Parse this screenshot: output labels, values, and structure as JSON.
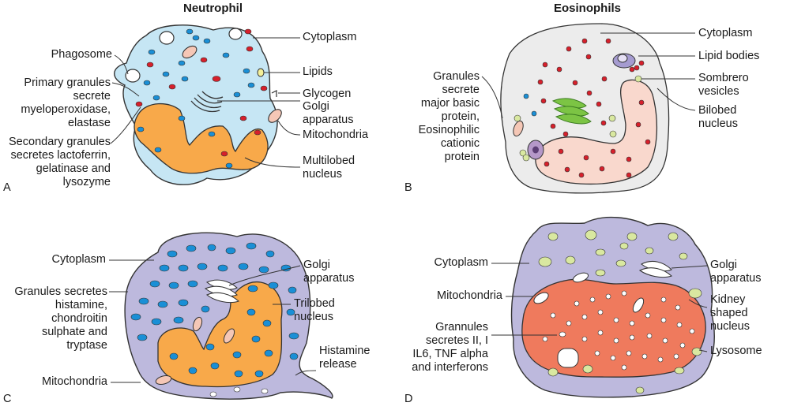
{
  "colors": {
    "neutrophil_cytoplasm": "#c6e6f4",
    "eosinophil_cytoplasm": "#ececec",
    "basophil_cytoplasm": "#bdb9dd",
    "mast_cytoplasm": "#bdb9dd",
    "nucleus_orange": "#f8a94a",
    "nucleus_pink": "#f9d8cd",
    "nucleus_red": "#ef7a5d",
    "granule_blue": "#1a8fd6",
    "granule_red": "#d6202b",
    "granule_green": "#d9e8a0",
    "outline": "#333333"
  },
  "panels": [
    {
      "id": "A",
      "title": "Neutrophil",
      "labels": {
        "cytoplasm": "Cytoplasm",
        "lipids": "Lipids",
        "glycogen": "Glycogen",
        "golgi": [
          "Golgi",
          "apparatus"
        ],
        "mitochondria": "Mitochondria",
        "nucleus": [
          "Multilobed",
          "nucleus"
        ],
        "phagosome": "Phagosome",
        "primary": [
          "Primary granules",
          "secrete",
          "myeloperoxidase,",
          "elastase"
        ],
        "secondary": [
          "Secondary granules",
          "secretes lactoferrin,",
          "gelatinase and",
          "lysozyme"
        ]
      }
    },
    {
      "id": "B",
      "title": "Eosinophils",
      "labels": {
        "cytoplasm": "Cytoplasm",
        "lipid_bodies": "Lipid bodies",
        "sombrero": [
          "Sombrero",
          "vesicles"
        ],
        "nucleus": [
          "Bilobed",
          "nucleus"
        ],
        "granules": [
          "Granules",
          "secrete",
          "major basic",
          "protein,",
          "Eosinophilic",
          "cationic",
          "protein"
        ]
      }
    },
    {
      "id": "C",
      "title": "",
      "labels": {
        "cytoplasm": "Cytoplasm",
        "granules": [
          "Granules secretes",
          "histamine,",
          "chondroitin",
          "sulphate and",
          "tryptase"
        ],
        "mitochondria": "Mitochondria",
        "golgi": [
          "Golgi",
          "apparatus"
        ],
        "nucleus": [
          "Trilobed",
          "nucleus"
        ],
        "histamine": [
          "Histamine",
          "release"
        ]
      }
    },
    {
      "id": "D",
      "title": "",
      "labels": {
        "cytoplasm": "Cytoplasm",
        "mitochondria": "Mitochondria",
        "granules": [
          "Grannules",
          "secretes II, I",
          "IL6, TNF alpha",
          "and interferons"
        ],
        "golgi": [
          "Golgi",
          "apparatus"
        ],
        "nucleus": [
          "Kidney",
          "shaped",
          "nucleus"
        ],
        "lysosome": "Lysosome"
      }
    }
  ]
}
